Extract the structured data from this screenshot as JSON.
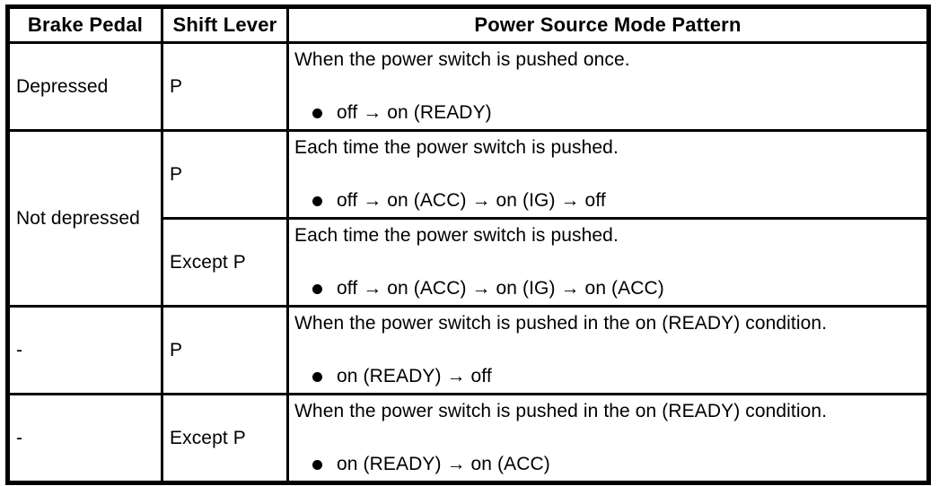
{
  "table": {
    "headers": [
      "Brake Pedal",
      "Shift Lever",
      "Power Source Mode Pattern"
    ],
    "rows": [
      {
        "brake_pedal": "Depressed",
        "shift_lever": "P",
        "description": "When the power switch is pushed once.",
        "pattern": "off → on (READY)"
      },
      {
        "brake_pedal": "Not depressed",
        "shift_lever": "P",
        "description": "Each time the power switch is pushed.",
        "pattern": "off → on (ACC) → on (IG) → off"
      },
      {
        "shift_lever": "Except P",
        "description": "Each time the power switch is pushed.",
        "pattern": "off → on (ACC) → on (IG) → on (ACC)"
      },
      {
        "brake_pedal": "-",
        "shift_lever": "P",
        "description": "When the power switch is pushed in the on (READY) condition.",
        "pattern": "on (READY) → off"
      },
      {
        "brake_pedal": "-",
        "shift_lever": "Except P",
        "description": "When the power switch is pushed in the on (READY) condition.",
        "pattern": "on (READY) → on (ACC)"
      }
    ],
    "colors": {
      "border": "#000000",
      "text": "#000000",
      "background": "#ffffff"
    }
  }
}
